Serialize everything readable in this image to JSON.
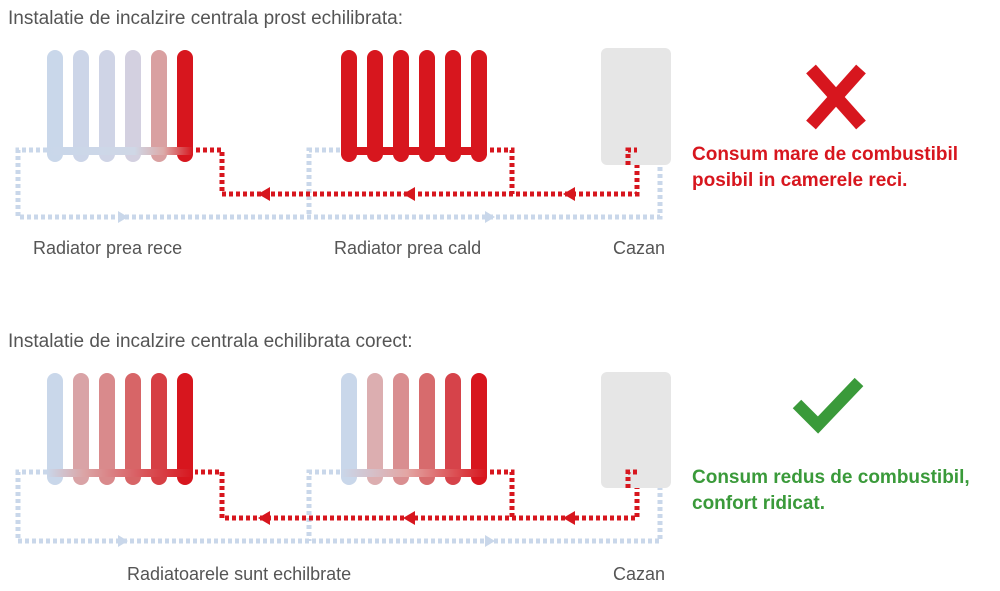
{
  "colors": {
    "hot": "#d7161e",
    "cold": "#c9d7ea",
    "boiler": "#e6e6e6",
    "bad": "#d7161e",
    "good": "#3a9a3a",
    "text": "#555555"
  },
  "sections": [
    {
      "title": "Instalatie de incalzire centrala prost echilibrata:",
      "labels": {
        "radiator_1": "Radiator prea rece",
        "radiator_2": "Radiator prea cald",
        "boiler": "Cazan"
      },
      "status_icon": "x-cross-icon",
      "status_lines": [
        "Consum mare de combustibil",
        "posibil in camerele reci."
      ]
    },
    {
      "title": "Instalatie de incalzire centrala echilibrata corect:",
      "labels": {
        "radiators": "Radiatoarele sunt echilbrate",
        "boiler": "Cazan"
      },
      "status_icon": "checkmark-icon",
      "status_lines": [
        "Consum redus de combustibil,",
        "confort ridicat."
      ]
    }
  ]
}
